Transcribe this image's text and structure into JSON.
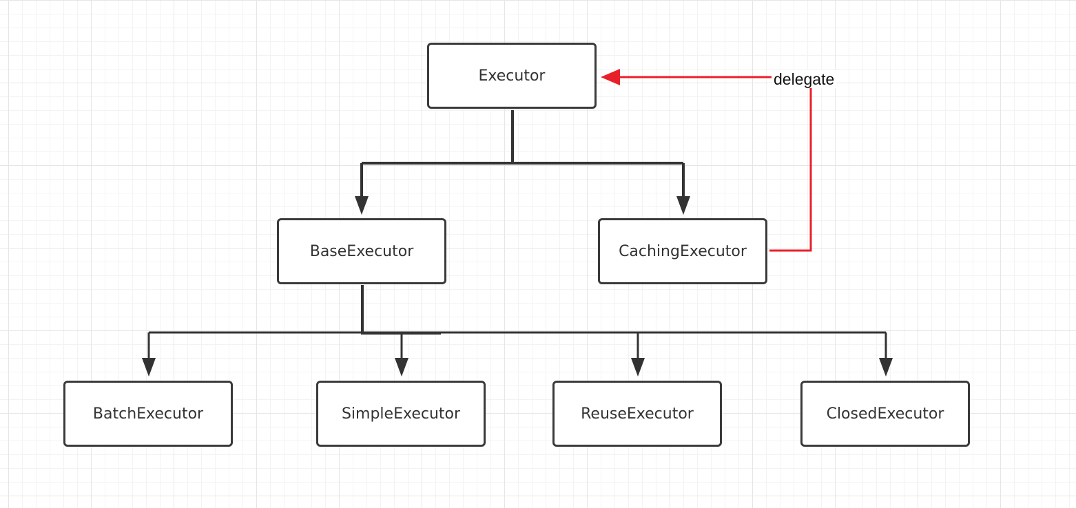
{
  "diagram": {
    "nodes": {
      "executor": "Executor",
      "base_executor": "BaseExecutor",
      "caching_executor": "CachingExecutor",
      "batch_executor": "BatchExecutor",
      "simple_executor": "SimpleExecutor",
      "reuse_executor": "ReuseExecutor",
      "closed_executor": "ClosedExecutor"
    },
    "edges": [
      {
        "from": "executor",
        "to": "base_executor"
      },
      {
        "from": "executor",
        "to": "caching_executor"
      },
      {
        "from": "base_executor",
        "to": "batch_executor"
      },
      {
        "from": "base_executor",
        "to": "simple_executor"
      },
      {
        "from": "base_executor",
        "to": "reuse_executor"
      },
      {
        "from": "base_executor",
        "to": "closed_executor"
      },
      {
        "from": "caching_executor",
        "to": "executor",
        "label": "delegate"
      }
    ],
    "delegate_label": "delegate",
    "colors": {
      "hierarchy_line": "#333333",
      "delegate_line": "#e8202a",
      "node_border": "#3a3a3a"
    }
  }
}
